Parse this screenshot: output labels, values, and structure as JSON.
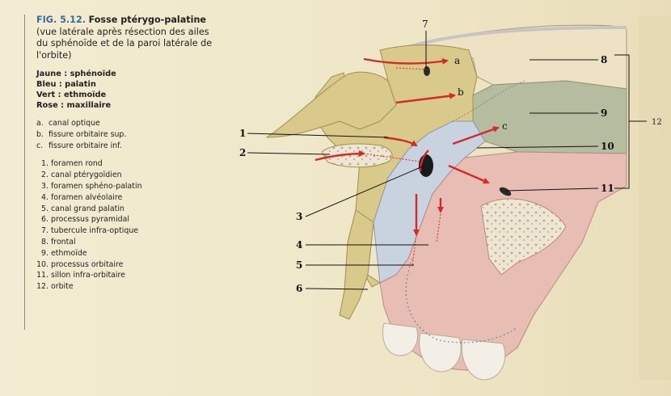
{
  "figure": {
    "number": "FIG. 5.12.",
    "title": "Fosse ptérygo-palatine",
    "subtitle": "(vue latérale après résection des ailes du sphénoïde et de la paroi latérale de l'orbite)"
  },
  "color_key": [
    {
      "label": "Jaune : sphénoïde",
      "color": "#d9c98a"
    },
    {
      "label": "Bleu : palatin",
      "color": "#c9d3df"
    },
    {
      "label": "Vert : ethmoïde",
      "color": "#b6bca0"
    },
    {
      "label": "Rose : maxillaire",
      "color": "#e7bdb4"
    }
  ],
  "letter_items": [
    {
      "key": "a.",
      "label": "canal optique"
    },
    {
      "key": "b.",
      "label": "fissure orbitaire sup."
    },
    {
      "key": "c.",
      "label": "fissure orbitaire inf."
    }
  ],
  "number_items": [
    {
      "key": "1.",
      "label": "foramen rond"
    },
    {
      "key": "2.",
      "label": "canal ptérygoïdien"
    },
    {
      "key": "3.",
      "label": "foramen sphéno-palatin"
    },
    {
      "key": "4.",
      "label": "foramen alvéolaire"
    },
    {
      "key": "5.",
      "label": "canal grand palatin"
    },
    {
      "key": "6.",
      "label": "processus pyramidal"
    },
    {
      "key": "7.",
      "label": "tubercule infra-optique"
    },
    {
      "key": "8.",
      "label": "frontal"
    },
    {
      "key": "9.",
      "label": "ethmoïde"
    },
    {
      "key": "10.",
      "label": "processus orbitaire"
    },
    {
      "key": "11.",
      "label": "sillon infra-orbitaire"
    },
    {
      "key": "12.",
      "label": "orbite"
    }
  ],
  "diagram_labels": {
    "n1": "1",
    "n2": "2",
    "n3": "3",
    "n4": "4",
    "n5": "5",
    "n6": "6",
    "n7": "7",
    "n8": "8",
    "n9": "9",
    "n10": "10",
    "n11": "11",
    "n12": "12",
    "la": "a",
    "lb": "b",
    "lc": "c"
  },
  "colors": {
    "arrow": "#d22a2a",
    "sphenoid": "#d9c98a",
    "palatine": "#c9d3df",
    "ethmoid": "#b6bca0",
    "maxilla": "#e7bdb4",
    "frontal": "#efe2c4",
    "tooth": "#f4efe6"
  }
}
